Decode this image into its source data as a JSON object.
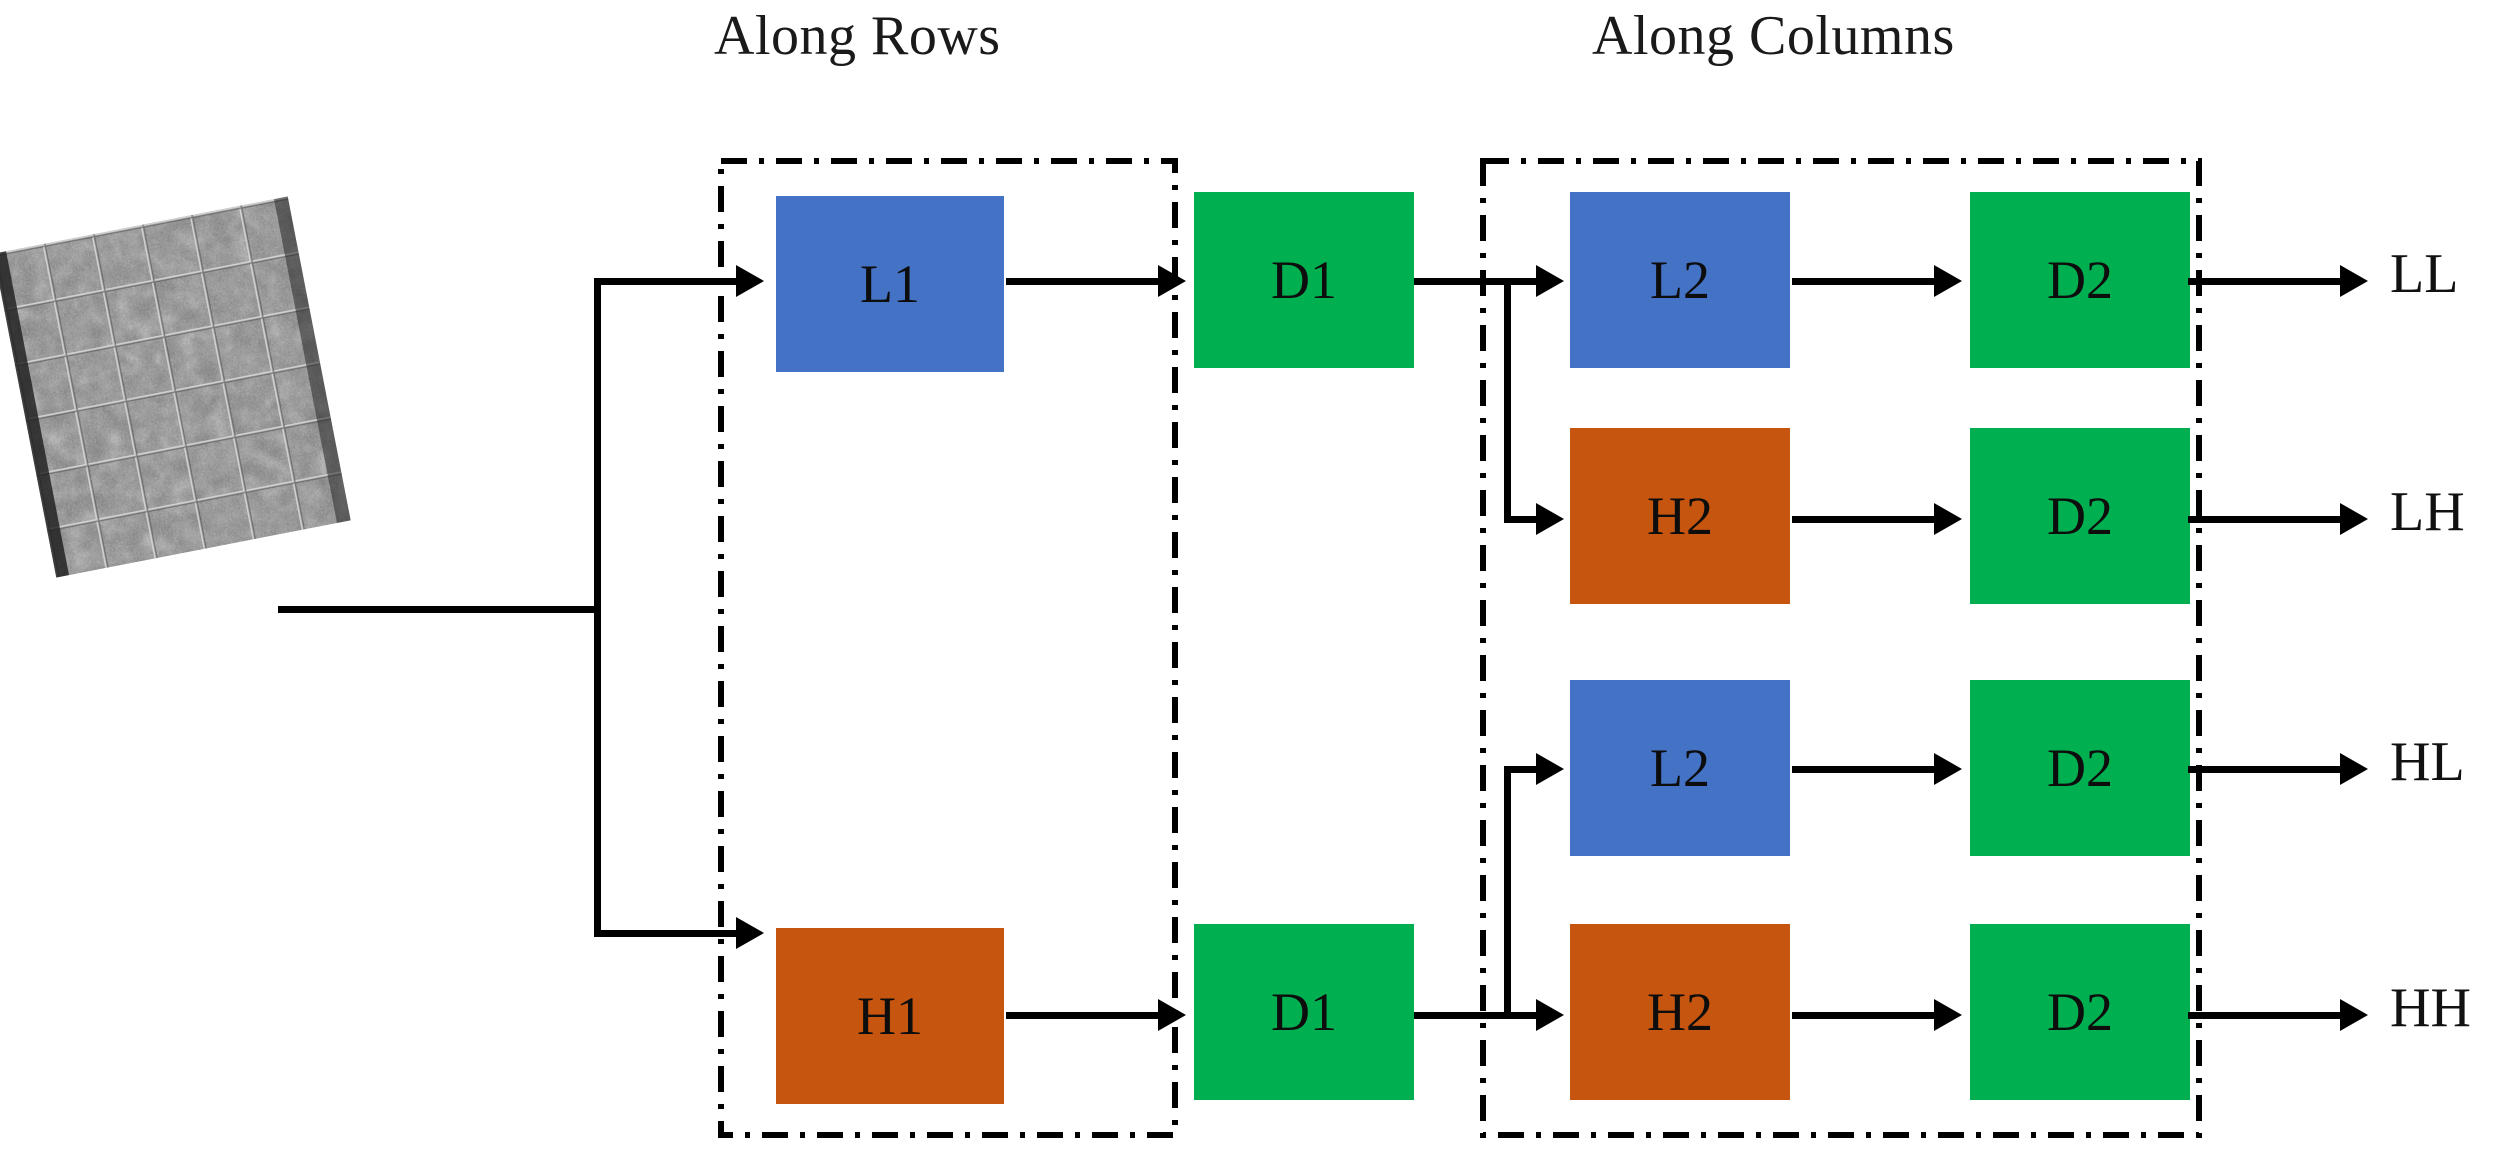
{
  "diagram": {
    "title_row_stage": "Along Rows",
    "title_col_stage": "Along Columns",
    "input": {
      "name": "input-texture-image",
      "description": "grayscale textured fabric sample image"
    },
    "stages": [
      {
        "id": "along-rows",
        "label": "Along Rows",
        "rows": [
          {
            "filter": "L1",
            "filter_color": "#4472C4",
            "down": "D1",
            "down_color": "#00B050"
          },
          {
            "filter": "H1",
            "filter_color": "#C5550F",
            "down": "D1",
            "down_color": "#00B050"
          }
        ]
      },
      {
        "id": "along-columns",
        "label": "Along Columns",
        "rows": [
          {
            "filter": "L2",
            "filter_color": "#4472C4",
            "down": "D2",
            "down_color": "#00B050",
            "output": "LL"
          },
          {
            "filter": "H2",
            "filter_color": "#C5550F",
            "down": "D2",
            "down_color": "#00B050",
            "output": "LH"
          },
          {
            "filter": "L2",
            "filter_color": "#4472C4",
            "down": "D2",
            "down_color": "#00B050",
            "output": "HL"
          },
          {
            "filter": "H2",
            "filter_color": "#C5550F",
            "down": "D2",
            "down_color": "#00B050",
            "output": "HH"
          }
        ]
      }
    ],
    "outputs": [
      "LL",
      "LH",
      "HL",
      "HH"
    ],
    "colors": {
      "lowpass_blue": "#4472C4",
      "highpass_orange": "#C5550F",
      "downsample_green": "#00B050",
      "line_black": "#000000",
      "background": "#FFFFFF"
    }
  }
}
